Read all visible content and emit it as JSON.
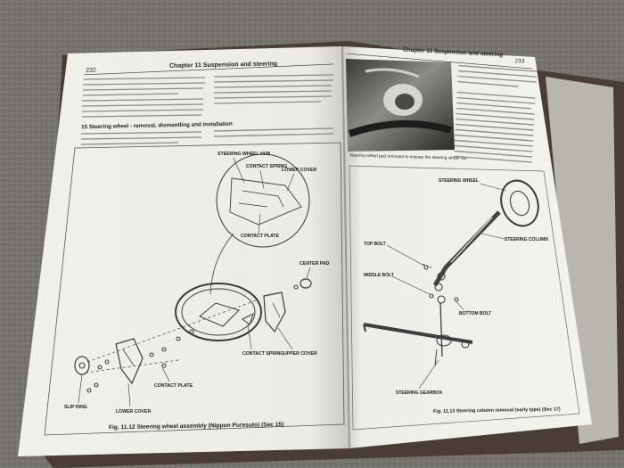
{
  "left_page": {
    "page_number": "232",
    "running_header": "Chapter 11 Suspension and steering",
    "section_heading": "15 Steering wheel - removal, dismantling and installation",
    "figure_caption": "Fig. 11.12 Steering wheel assembly (Nippon Puresuto) (Sec 15)",
    "labels": {
      "steering_wheel_hub": "STEERING WHEEL HUB",
      "contact_spring_top": "CONTACT SPRING",
      "lower_cover_top": "LOWER COVER",
      "contact_plate_top": "CONTACT PLATE",
      "center_pad": "CENTER PAD",
      "contact_spring": "CONTACT SPRING",
      "upper_cover": "UPPER COVER",
      "contact_plate": "CONTACT PLATE",
      "slip_ring": "SLIP RING",
      "lower_cover": "LOWER COVER"
    }
  },
  "right_page": {
    "page_number": "233",
    "running_header": "Chapter 11 Suspension and steering",
    "photo_caption": "Steering wheel pad removed to expose the steering wheel nut",
    "figure_caption": "Fig. 11.13 Steering column removal (early type) (Sec 17)",
    "labels": {
      "steering_wheel": "STEERING WHEEL",
      "steering_column": "STEERING COLUMN",
      "top_bolt": "TOP BOLT",
      "middle_bolt": "MIDDLE BOLT",
      "bottom_bolt": "BOTTOM BOLT",
      "steering_gearbox": "STEERING GEARBOX"
    }
  }
}
